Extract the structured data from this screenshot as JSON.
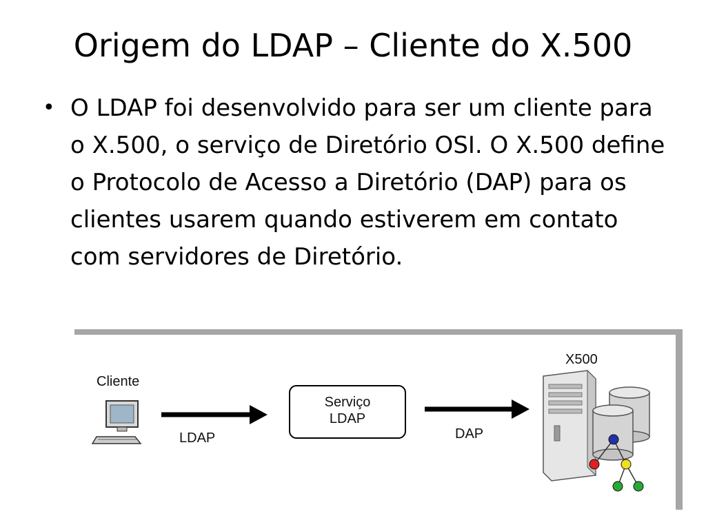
{
  "slide": {
    "title": "Origem do LDAP – Cliente do X.500",
    "bullet": "O LDAP foi desenvolvido para ser um  cliente para o X.500, o serviço de Diretório OSI. O X.500 define o Protocolo de Acesso a Diretório (DAP) para os clientes usarem quando estiverem em contato com servidores de Diretório."
  },
  "diagram": {
    "client_label": "Cliente",
    "ldap_arrow_label": "LDAP",
    "service_line1": "Serviço",
    "service_line2": "LDAP",
    "dap_arrow_label": "DAP",
    "server_label": "X500"
  },
  "colors": {
    "frame": "#a6a6a6",
    "node_top": "#2432a8",
    "node_red": "#e02020",
    "node_yellow": "#f0e020",
    "node_green": "#2aa836"
  }
}
